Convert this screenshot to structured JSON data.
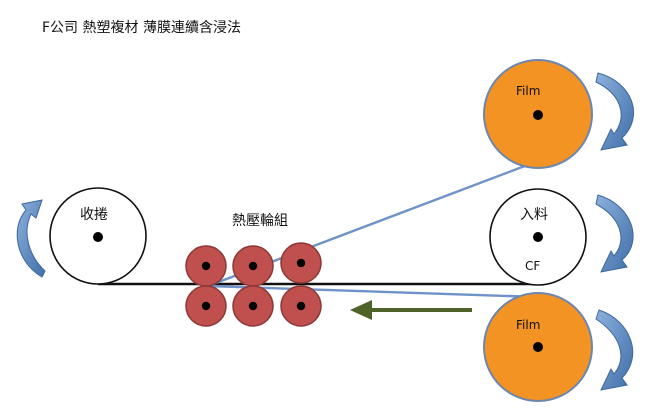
{
  "title": "F公司 熱塑複材 薄膜連續含浸法",
  "labels": {
    "takeup": "收捲",
    "press_rollers": "熱壓輪組",
    "feed": "入料",
    "feed_material": "CF",
    "film_top": "Film",
    "film_bottom": "Film"
  },
  "colors": {
    "film_roll_fill": "#F39323",
    "film_roll_stroke": "#6D86AE",
    "press_roll_fill": "#C0504D",
    "press_roll_stroke": "#8C3836",
    "film_line": "#6F93C8",
    "cf_line": "#111111",
    "feed_arrow": "#4F6228",
    "rotation_arrow": "#4E7CB4"
  }
}
